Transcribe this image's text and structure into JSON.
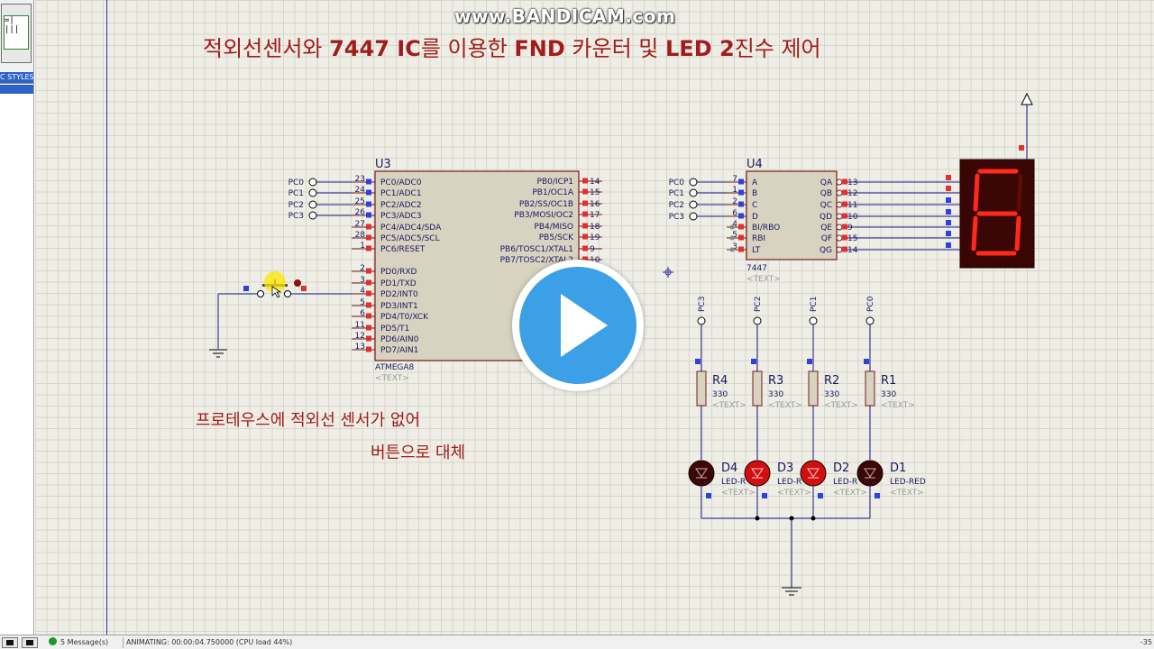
{
  "watermark": "www.BANDICAM.com",
  "title": {
    "part1": "적외선센서와 ",
    "part2": "7447 IC",
    "part3": "를 이용한 ",
    "part4": "FND",
    "part5": " 카운터 및 ",
    "part6": "LED 2",
    "part7": "진수 제어"
  },
  "notes": {
    "line1": "프로테우스에 적외선 센서가 없어",
    "line2": "버튼으로 대체"
  },
  "left_panel": {
    "thumb_text": "=|\n|||",
    "styles_label": "C STYLES"
  },
  "u3": {
    "ref": "U3",
    "part": "ATMEGA8",
    "text": "<TEXT>",
    "left_pins": [
      {
        "num": "23",
        "name": "PC0/ADC0",
        "net": "PC0"
      },
      {
        "num": "24",
        "name": "PC1/ADC1",
        "net": "PC1"
      },
      {
        "num": "25",
        "name": "PC2/ADC2",
        "net": "PC2"
      },
      {
        "num": "26",
        "name": "PC3/ADC3",
        "net": "PC3"
      },
      {
        "num": "27",
        "name": "PC4/ADC4/SDA",
        "net": ""
      },
      {
        "num": "28",
        "name": "PC5/ADC5/SCL",
        "net": ""
      },
      {
        "num": "1",
        "name": "PC6/RESET",
        "net": ""
      },
      {
        "num": "2",
        "name": "PD0/RXD",
        "net": ""
      },
      {
        "num": "3",
        "name": "PD1/TXD",
        "net": ""
      },
      {
        "num": "4",
        "name": "PD2/INT0",
        "net": ""
      },
      {
        "num": "5",
        "name": "PD3/INT1",
        "net": ""
      },
      {
        "num": "6",
        "name": "PD4/T0/XCK",
        "net": ""
      },
      {
        "num": "11",
        "name": "PD5/T1",
        "net": ""
      },
      {
        "num": "12",
        "name": "PD6/AIN0",
        "net": ""
      },
      {
        "num": "13",
        "name": "PD7/AIN1",
        "net": ""
      }
    ],
    "right_pins": [
      {
        "num": "14",
        "name": "PB0/ICP1"
      },
      {
        "num": "15",
        "name": "PB1/OC1A"
      },
      {
        "num": "16",
        "name": "PB2/SS/OC1B"
      },
      {
        "num": "17",
        "name": "PB3/MOSI/OC2"
      },
      {
        "num": "18",
        "name": "PB4/MISO"
      },
      {
        "num": "19",
        "name": "PB5/SCK"
      },
      {
        "num": "9",
        "name": "PB6/TOSC1/XTAL1"
      },
      {
        "num": "10",
        "name": "PB7/TOSC2/XTAL2"
      }
    ]
  },
  "u4": {
    "ref": "U4",
    "part": "7447",
    "text": "<TEXT>",
    "left_pins": [
      {
        "num": "7",
        "name": "A",
        "net": "PC0"
      },
      {
        "num": "1",
        "name": "B",
        "net": "PC1"
      },
      {
        "num": "2",
        "name": "C",
        "net": "PC2"
      },
      {
        "num": "6",
        "name": "D",
        "net": "PC3"
      },
      {
        "num": "4",
        "name": "BI/RBO",
        "net": ""
      },
      {
        "num": "5",
        "name": "RBI",
        "net": ""
      },
      {
        "num": "3",
        "name": "LT",
        "net": ""
      }
    ],
    "right_pins": [
      {
        "num": "13",
        "name": "QA"
      },
      {
        "num": "12",
        "name": "QB"
      },
      {
        "num": "11",
        "name": "QC"
      },
      {
        "num": "10",
        "name": "QD"
      },
      {
        "num": "9",
        "name": "QE"
      },
      {
        "num": "15",
        "name": "QF"
      },
      {
        "num": "14",
        "name": "QG"
      }
    ]
  },
  "display": {
    "digit": "6",
    "on_color": "#ff2a1a",
    "off_color": "#5a0c08",
    "bg_color": "#3a0505"
  },
  "resistors": [
    {
      "ref": "R4",
      "value": "330",
      "text": "<TEXT>",
      "net": "PC3"
    },
    {
      "ref": "R3",
      "value": "330",
      "text": "<TEXT>",
      "net": "PC2"
    },
    {
      "ref": "R2",
      "value": "330",
      "text": "<TEXT>",
      "net": "PC1"
    },
    {
      "ref": "R1",
      "value": "330",
      "text": "<TEXT>",
      "net": "PC0"
    }
  ],
  "leds": [
    {
      "ref": "D4",
      "part": "LED-R",
      "text": "<TEXT>",
      "on": false
    },
    {
      "ref": "D3",
      "part": "LED-R",
      "text": "<TEXT>",
      "on": true
    },
    {
      "ref": "D2",
      "part": "LED-R",
      "text": "<TEXT>",
      "on": true
    },
    {
      "ref": "D1",
      "part": "LED-RED",
      "text": "<TEXT>",
      "on": false
    }
  ],
  "colors": {
    "wire": "#1a1a8a",
    "outline": "#7a1a1a",
    "chip_fill": "#d8d2c0",
    "pin_red": "#e03030",
    "pin_blue": "#3040e0",
    "text_dark": "#1a1a60",
    "text_gray": "#9a9a9a"
  },
  "statusbar": {
    "messages": "5 Message(s)",
    "animating": "ANIMATING: 00:00:04.750000 (CPU load 44%)",
    "coords": "-35"
  }
}
